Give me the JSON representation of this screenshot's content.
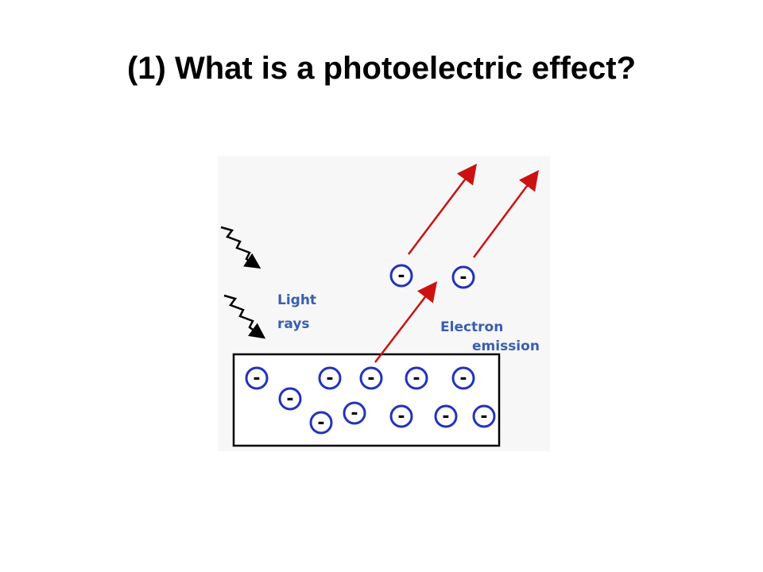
{
  "slide": {
    "title": "(1) What is a photoelectric effect?"
  },
  "diagram": {
    "light_label": {
      "line1": "Light",
      "line2": "rays"
    },
    "emission_label": {
      "line1": "Electron",
      "line2": "emission"
    },
    "electron_sign": "-",
    "colors": {
      "label": "#3a5fb0",
      "electron_ring": "#2233bb",
      "electron_fill": "#ffffff",
      "arrow": "#cc1111",
      "ray": "#000000",
      "metal_outline": "#000000",
      "background_panel": "#f7f7f7"
    }
  }
}
